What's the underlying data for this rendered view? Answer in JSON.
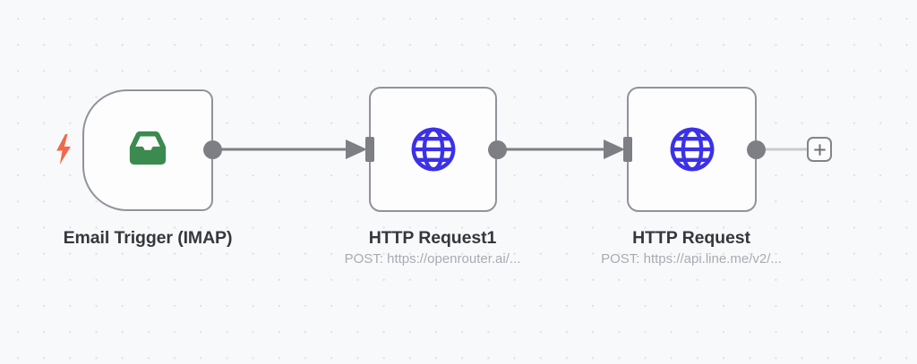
{
  "canvas": {
    "name": "workflow-canvas",
    "background_color": "#f8f9fb",
    "grid_dot_color": "#dcdee3"
  },
  "palette": {
    "node_border": "#909399",
    "node_fill": "#fdfdfd",
    "connector_gray": "#7d7f85",
    "title_color": "#35373d",
    "subtitle_color": "#a9abb1",
    "trigger_bolt": "#f0694b",
    "email_icon_green": "#3b8a50",
    "http_icon_blue": "#3b31e8"
  },
  "nodes": [
    {
      "id": "email-trigger-imap",
      "type": "trigger",
      "title": "Email Trigger (IMAP)",
      "subtitle": "",
      "icon": "inbox-icon",
      "icon_color": "#3b8a50",
      "has_trigger_bolt": true,
      "bolt_icon": "lightning-bolt-icon",
      "has_input_port": false,
      "has_output_port": true
    },
    {
      "id": "http-request-1",
      "type": "action",
      "title": "HTTP Request1",
      "subtitle": "POST: https://openrouter.ai/...",
      "icon": "globe-icon",
      "icon_color": "#3b31e8",
      "has_trigger_bolt": false,
      "has_input_port": true,
      "has_output_port": true
    },
    {
      "id": "http-request",
      "type": "action",
      "title": "HTTP Request",
      "subtitle": "POST: https://api.line.me/v2/...",
      "icon": "globe-icon",
      "icon_color": "#3b31e8",
      "has_trigger_bolt": false,
      "has_input_port": true,
      "has_output_port": true
    }
  ],
  "connections": [
    {
      "id": "conn-trigger-to-http1",
      "from": "email-trigger-imap",
      "to": "http-request-1",
      "arrow": true
    },
    {
      "id": "conn-http1-to-http",
      "from": "http-request-1",
      "to": "http-request",
      "arrow": true
    }
  ],
  "add_button": {
    "name": "add-node-button",
    "icon": "plus-icon",
    "label": "+"
  }
}
